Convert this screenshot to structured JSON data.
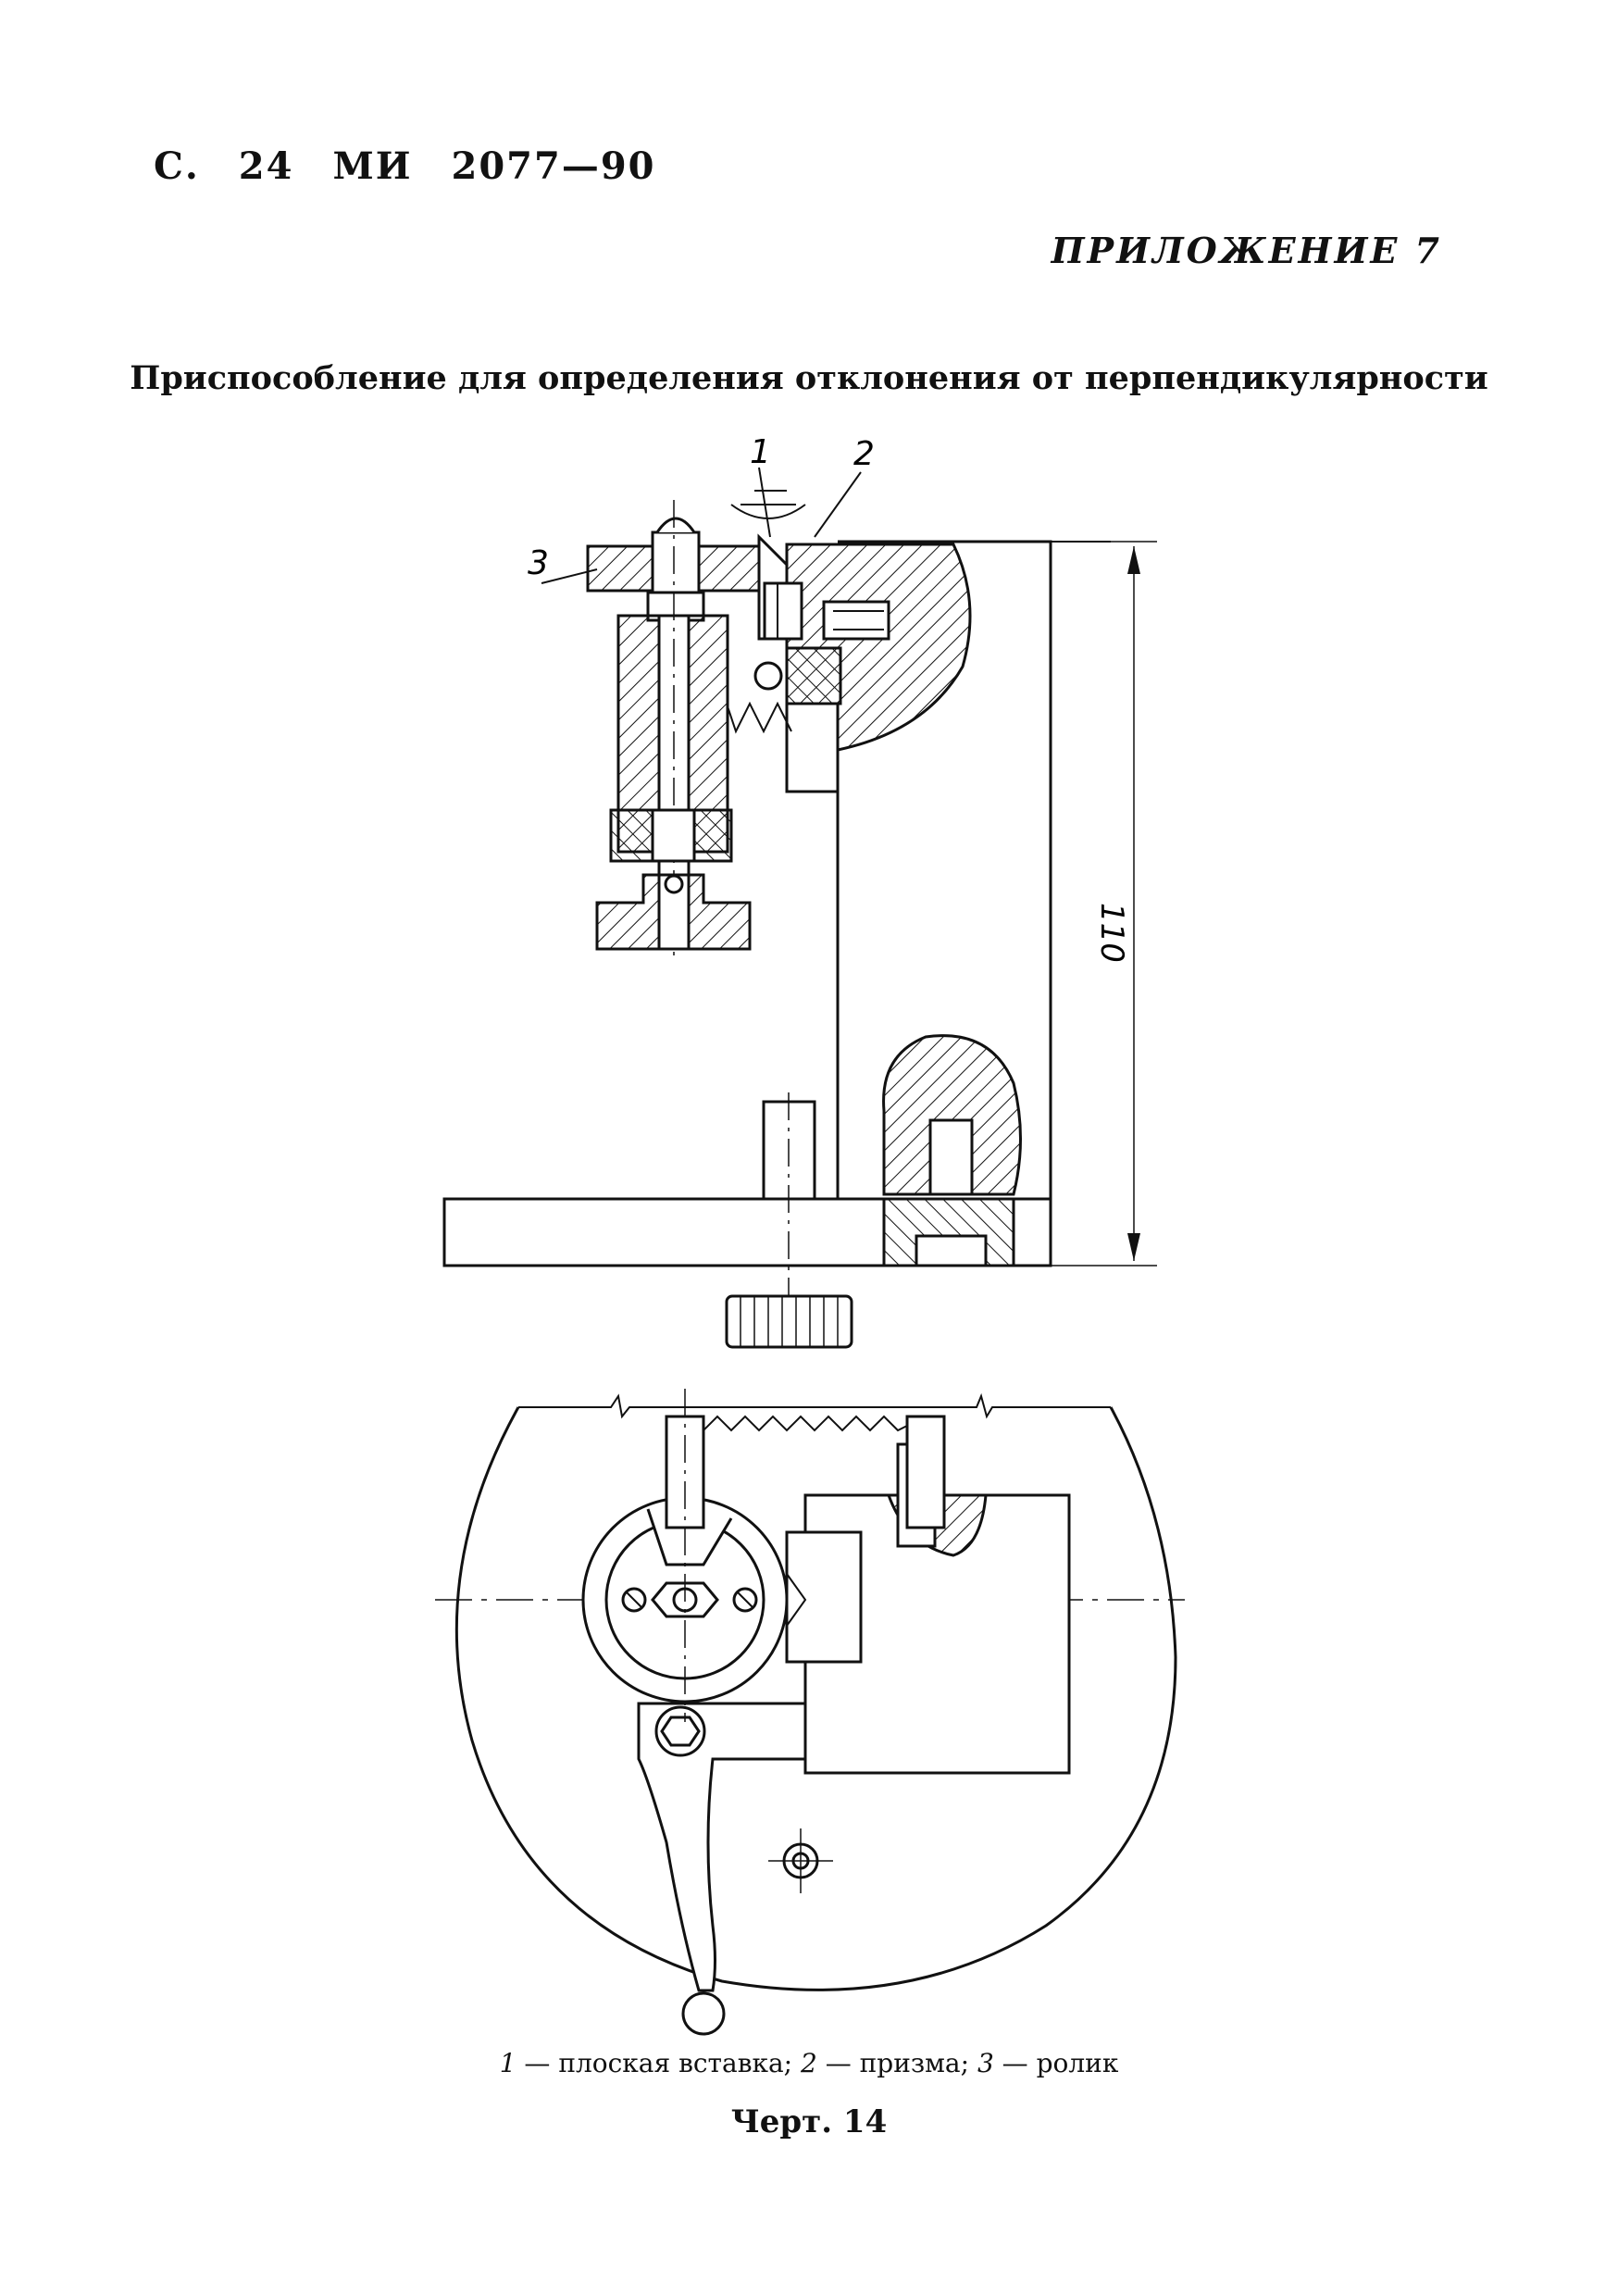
{
  "header": {
    "prefix": "С.",
    "page": "24",
    "doc_code": "МИ",
    "doc_number": "2077—90"
  },
  "appendix": "ПРИЛОЖЕНИЕ 7",
  "title": "Приспособление для определения отклонения от перпендикулярности",
  "drawing": {
    "callouts": [
      "1",
      "2",
      "3"
    ],
    "dimension": "110"
  },
  "legend": {
    "n1": "1",
    "t1": " — плоская вставка; ",
    "n2": "2",
    "t2": " — призма; ",
    "n3": "3",
    "t3": " — ролик"
  },
  "figure_label": "Черт. 14"
}
